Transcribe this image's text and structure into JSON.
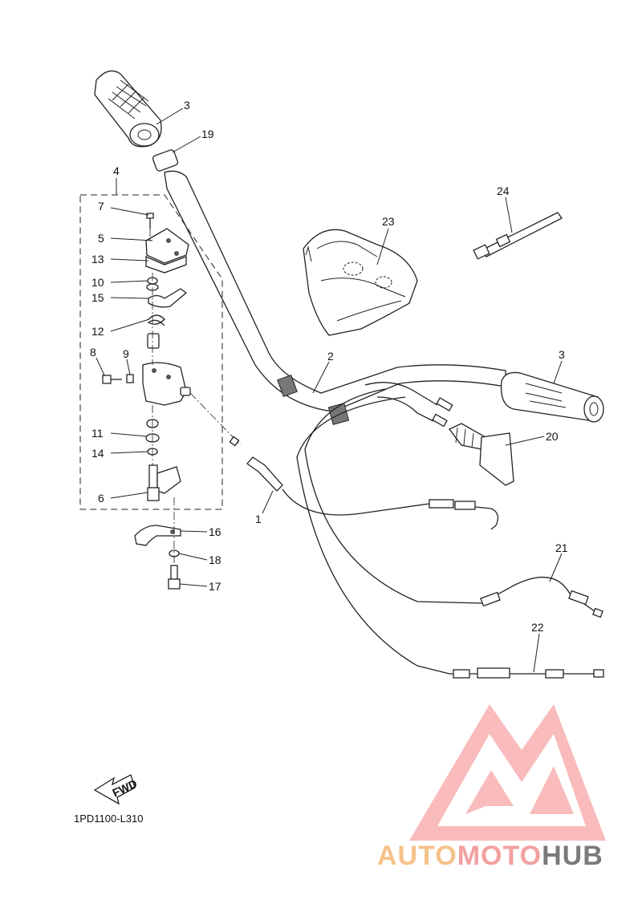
{
  "diagram": {
    "code": "1PD1100-L310",
    "fwd_label": "FWD",
    "callouts": [
      "1",
      "2",
      "3",
      "3",
      "4",
      "5",
      "6",
      "7",
      "8",
      "9",
      "10",
      "11",
      "12",
      "13",
      "14",
      "15",
      "16",
      "17",
      "18",
      "19",
      "20",
      "21",
      "22",
      "23",
      "24"
    ]
  },
  "watermark": {
    "part1": "AUTO",
    "part2": "MOTO",
    "part3": "HUB",
    "colors": {
      "auto": "#f5c28a",
      "moto": "#f2a0a0",
      "hub": "#7a7a7a",
      "logo": "#f28c8c"
    }
  }
}
